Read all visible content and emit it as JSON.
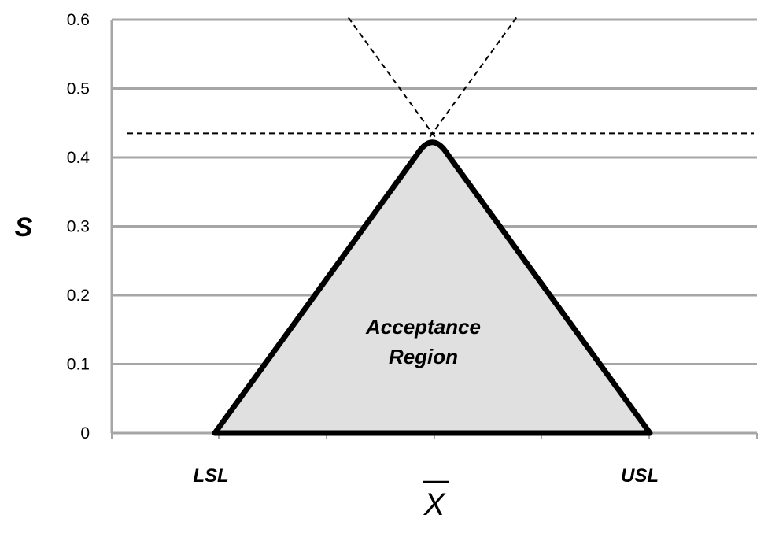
{
  "chart_data": {
    "type": "area",
    "title": "",
    "xlabel": "X",
    "ylabel": "S",
    "ylim": [
      0,
      0.6
    ],
    "y_ticks": [
      "0",
      "0.1",
      "0.2",
      "0.3",
      "0.4",
      "0.5",
      "0.6"
    ],
    "x_spec_labels": {
      "lower": "LSL",
      "upper": "USL"
    },
    "grid": true,
    "acceptance_region": {
      "label_line1": "Acceptance",
      "label_line2": "Region",
      "apex_s": 0.435,
      "boundary": [
        {
          "x": 0.0,
          "s": 0.0
        },
        {
          "x": 0.5,
          "s": 0.435
        },
        {
          "x": 1.0,
          "s": 0.0
        }
      ]
    },
    "reference_line_s": 0.435,
    "colors": {
      "region_fill": "#e0e0e0",
      "boundary": "#000000",
      "grid": "#a6a6a6"
    }
  }
}
